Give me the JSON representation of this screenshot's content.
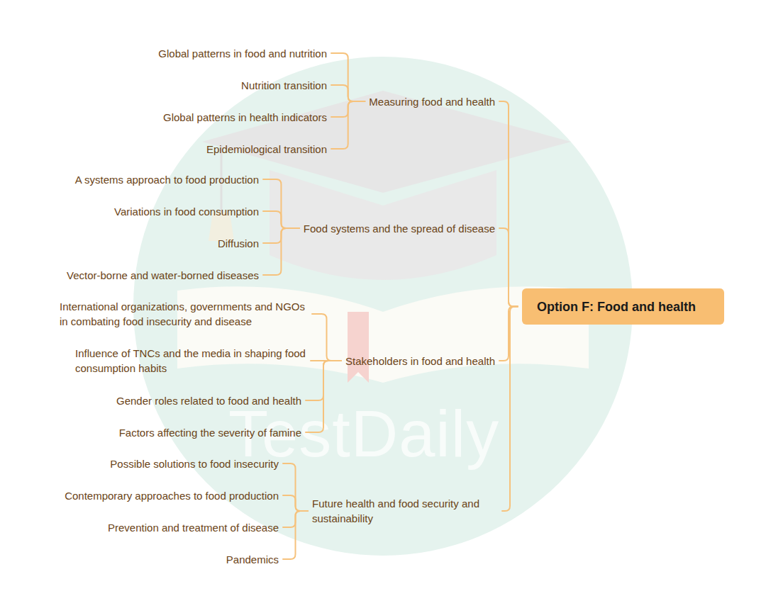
{
  "diagram": {
    "nodes": [
      {
        "text": [
          "Option F: Food and health"
        ]
      },
      {
        "text": [
          "Measuring food and health"
        ]
      },
      {
        "text": [
          "Global patterns in food and nutrition"
        ]
      },
      {
        "text": [
          "Nutrition transition"
        ]
      },
      {
        "text": [
          "Global patterns in health indicators"
        ]
      },
      {
        "text": [
          "Epidemiological transition"
        ]
      },
      {
        "text": [
          "Food systems and the spread of disease"
        ]
      },
      {
        "text": [
          "A systems approach to food production"
        ]
      },
      {
        "text": [
          "Variations in food consumption"
        ]
      },
      {
        "text": [
          "Diffusion"
        ]
      },
      {
        "text": [
          "Vector-borne and water-borned diseases"
        ]
      },
      {
        "text": [
          "Stakeholders in food and health"
        ]
      },
      {
        "text": [
          "International organizations, governments and NGOs in combating food insecurity and disease"
        ]
      },
      {
        "text": [
          "Influence of TNCs and the media in shaping food consumption habits"
        ]
      },
      {
        "text": [
          "Gender roles related to food and health"
        ]
      },
      {
        "text": [
          "Factors affecting the severity of famine"
        ]
      },
      {
        "text": [
          "Future health and food security and sustainability"
        ]
      },
      {
        "text": [
          "Possible solutions to food insecurity"
        ]
      },
      {
        "text": [
          "Contemporary approaches to food production"
        ]
      },
      {
        "text": [
          "Prevention and treatment of disease"
        ]
      },
      {
        "text": [
          "Pandemics"
        ]
      }
    ],
    "edges": [
      {
        "from": 0,
        "to": 1,
        "arrow": "none"
      },
      {
        "from": 0,
        "to": 6,
        "arrow": "none"
      },
      {
        "from": 0,
        "to": 11,
        "arrow": "none"
      },
      {
        "from": 0,
        "to": 16,
        "arrow": "none"
      },
      {
        "from": 1,
        "to": 2,
        "arrow": "none"
      },
      {
        "from": 1,
        "to": 3,
        "arrow": "none"
      },
      {
        "from": 1,
        "to": 4,
        "arrow": "none"
      },
      {
        "from": 1,
        "to": 5,
        "arrow": "none"
      },
      {
        "from": 6,
        "to": 7,
        "arrow": "none"
      },
      {
        "from": 6,
        "to": 8,
        "arrow": "none"
      },
      {
        "from": 6,
        "to": 9,
        "arrow": "none"
      },
      {
        "from": 6,
        "to": 10,
        "arrow": "none"
      },
      {
        "from": 11,
        "to": 12,
        "arrow": "none"
      },
      {
        "from": 11,
        "to": 13,
        "arrow": "none"
      },
      {
        "from": 11,
        "to": 14,
        "arrow": "none"
      },
      {
        "from": 11,
        "to": 15,
        "arrow": "none"
      },
      {
        "from": 16,
        "to": 17,
        "arrow": "none"
      },
      {
        "from": 16,
        "to": 18,
        "arrow": "none"
      },
      {
        "from": 16,
        "to": 19,
        "arrow": "none"
      },
      {
        "from": 16,
        "to": 20,
        "arrow": "none"
      }
    ],
    "labels": [
      "TestDaily"
    ]
  }
}
